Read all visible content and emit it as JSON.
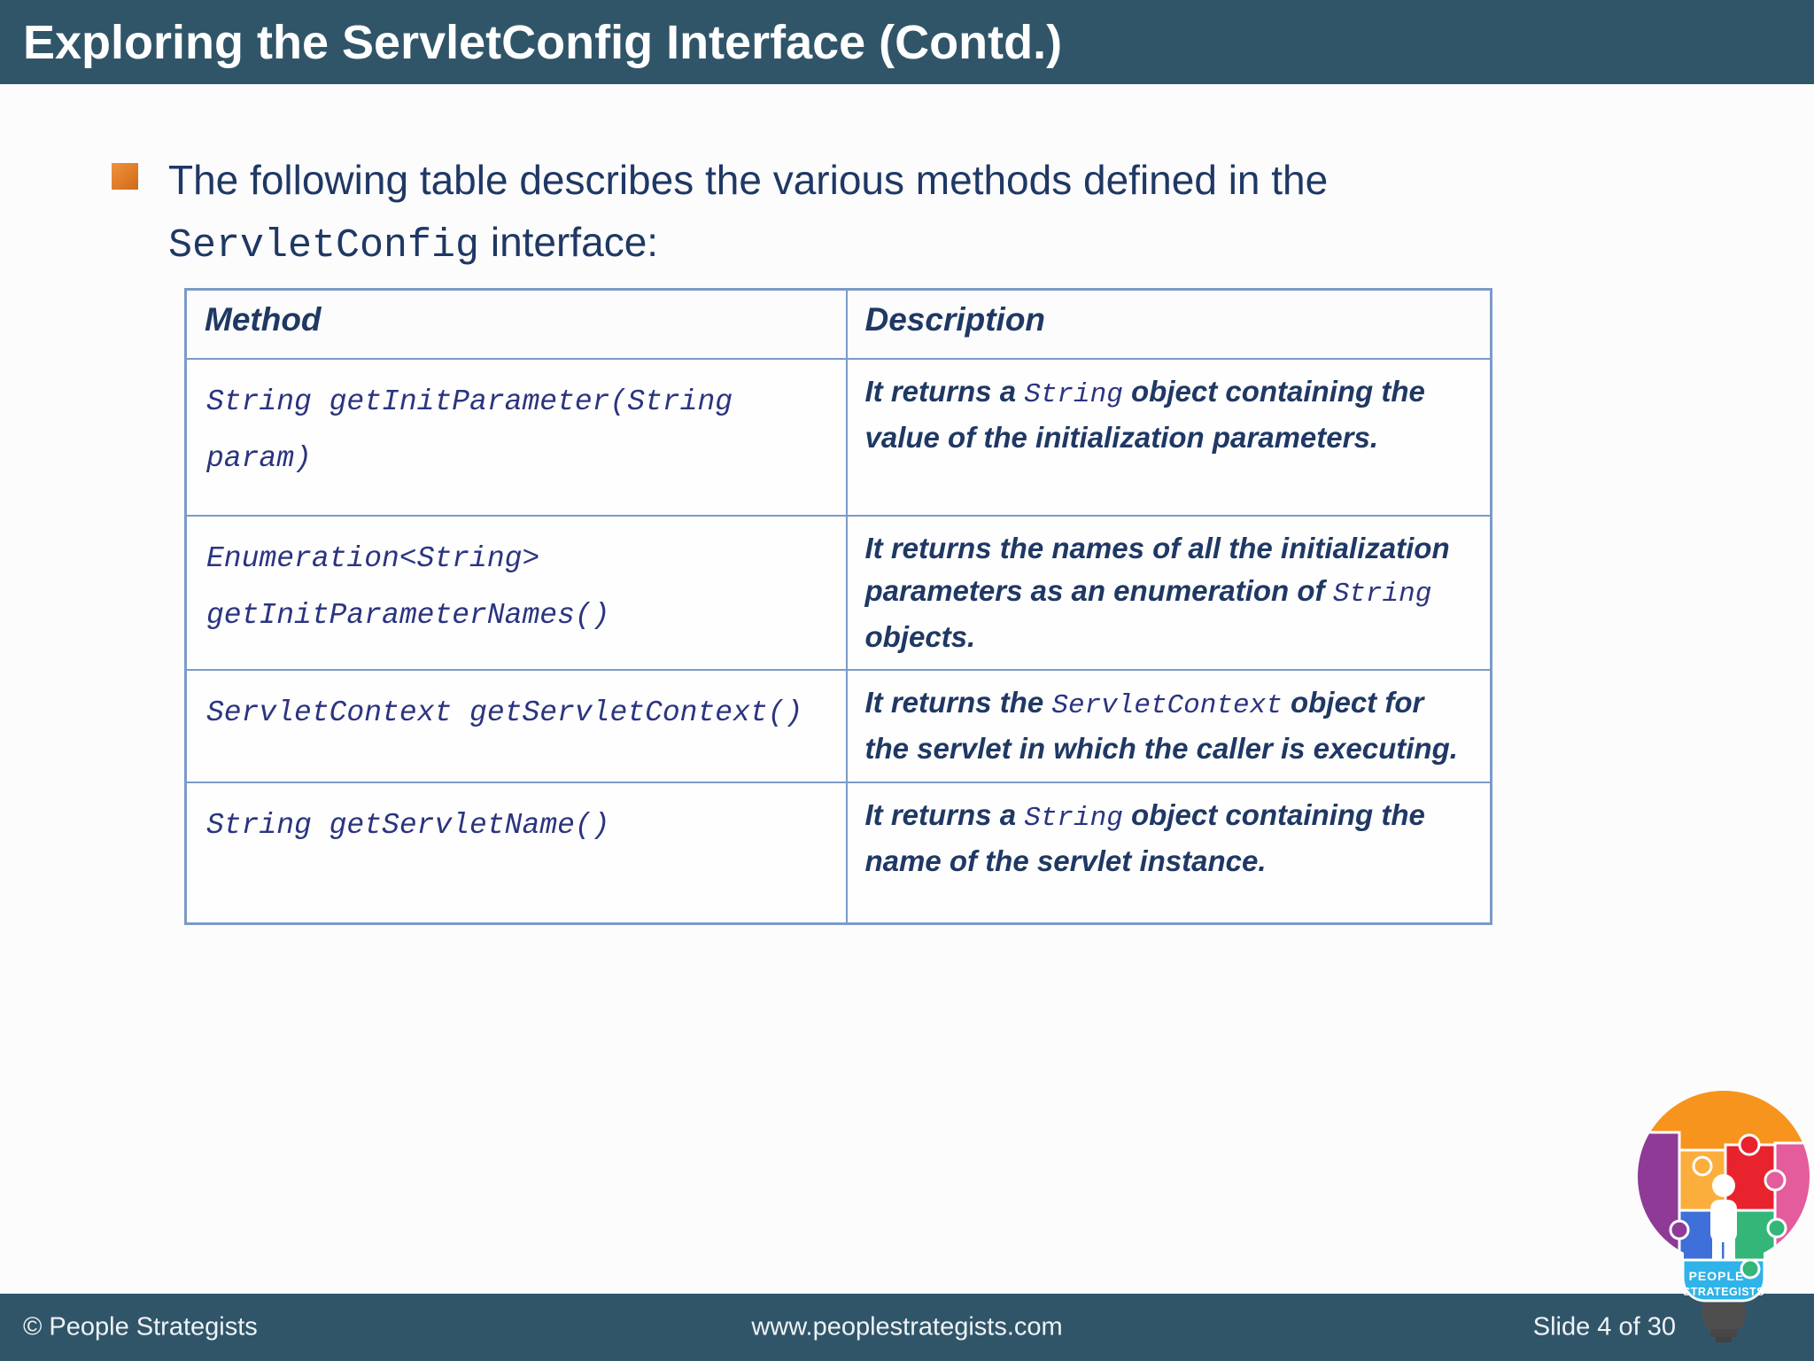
{
  "slide": {
    "title": "Exploring the ServletConfig Interface (Contd.)",
    "bullet": {
      "line1": "The following table describes the various methods defined in the",
      "code": "ServletConfig",
      "line2_rest": " interface:"
    },
    "table": {
      "columns": [
        "Method",
        "Description"
      ],
      "rows": [
        {
          "method": "String getInitParameter(String param)",
          "description": [
            {
              "text": "It returns a ",
              "code": false
            },
            {
              "text": "String",
              "code": true
            },
            {
              "text": " object containing the value of the initialization parameters.",
              "code": false
            }
          ]
        },
        {
          "method": "Enumeration<String> getInitParameterNames()",
          "description": [
            {
              "text": "It returns the names of all the initialization parameters as an enumeration of ",
              "code": false
            },
            {
              "text": "String",
              "code": true
            },
            {
              "text": " objects.",
              "code": false
            }
          ]
        },
        {
          "method": "ServletContext getServletContext()",
          "description": [
            {
              "text": "It returns the ",
              "code": false
            },
            {
              "text": "ServletContext",
              "code": true
            },
            {
              "text": " object for the servlet in which the caller is executing.",
              "code": false
            }
          ]
        },
        {
          "method": "String getServletName()",
          "description": [
            {
              "text": "It returns a ",
              "code": false
            },
            {
              "text": "String",
              "code": true
            },
            {
              "text": " object containing the name of the servlet instance.",
              "code": false
            }
          ]
        }
      ]
    },
    "footer": {
      "copyright": "© People Strategists",
      "website": "www.peoplestrategists.com",
      "slide_number": "Slide 4 of 30"
    },
    "logo": {
      "line1": "PEOPLE",
      "line2": "STRATEGISTS"
    },
    "colors": {
      "bar_teal": "#305569",
      "body_navy": "#1F3864",
      "code_indigo": "#2B3480",
      "bullet_orange": "#DE7A26",
      "table_border": "#7B9BC8",
      "logo_orange": "#F7941E",
      "logo_purple": "#8E3A96",
      "logo_amber": "#FBAE3C",
      "logo_red": "#E8232E",
      "logo_pink": "#E45C9C",
      "logo_blue": "#3F6FD8",
      "logo_green": "#33B678",
      "logo_cyan": "#2FB3E8",
      "logo_socket": "#4E4E4E"
    }
  }
}
